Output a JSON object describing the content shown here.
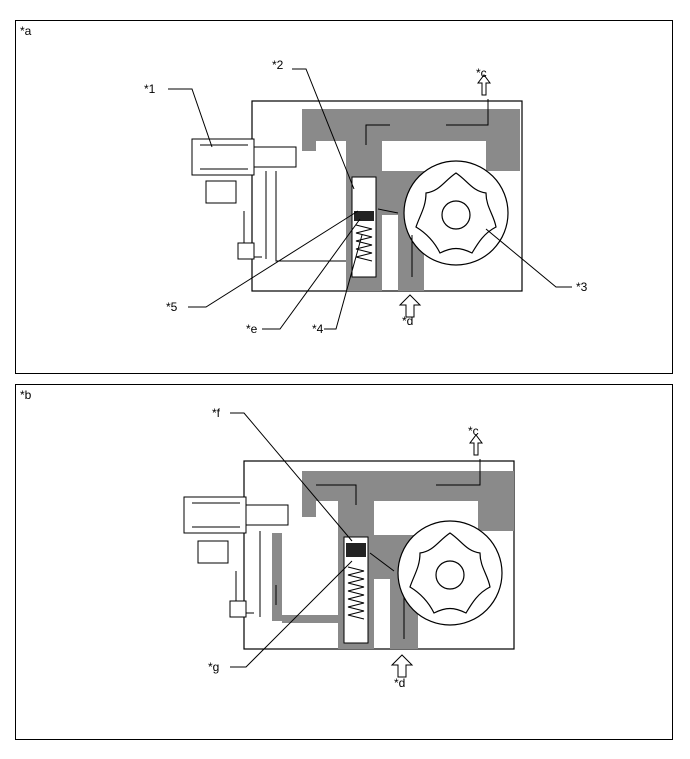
{
  "panels": [
    {
      "tag": "*a",
      "labels": {
        "n1": "*1",
        "n2": "*2",
        "n3": "*3",
        "n4": "*4",
        "n5": "*5",
        "c": "*c",
        "d": "*d",
        "e": "*e"
      }
    },
    {
      "tag": "*b",
      "labels": {
        "c": "*c",
        "d": "*d",
        "f": "*f",
        "g": "*g"
      }
    }
  ],
  "colors": {
    "oil": "#8a8a8a",
    "outline": "#000000",
    "background": "#ffffff"
  },
  "icons": [
    "oil-control-valve",
    "relief-valve",
    "oil-pump-rotor",
    "flow-arrow",
    "hollow-arrow"
  ]
}
